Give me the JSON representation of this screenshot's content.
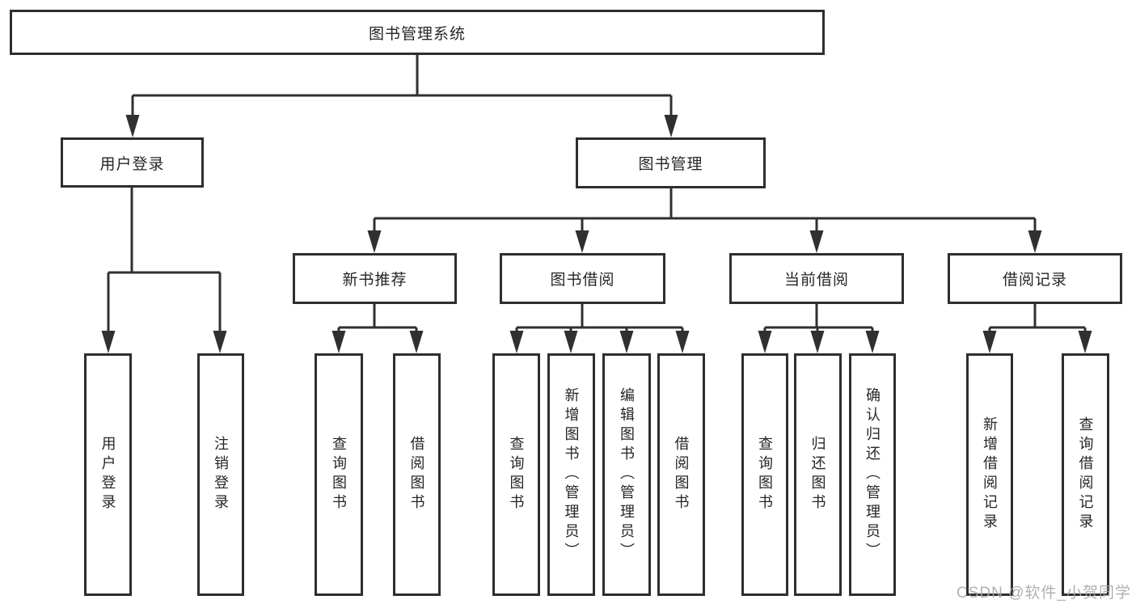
{
  "diagram": {
    "root": {
      "label": "图书管理系统"
    },
    "level2": [
      {
        "label": "用户登录"
      },
      {
        "label": "图书管理"
      }
    ],
    "level3": [
      {
        "label": "新书推荐"
      },
      {
        "label": "图书借阅"
      },
      {
        "label": "当前借阅"
      },
      {
        "label": "借阅记录"
      }
    ],
    "leaves": [
      {
        "label": "用户登录",
        "parent": "用户登录"
      },
      {
        "label": "注销登录",
        "parent": "用户登录"
      },
      {
        "label": "查询图书",
        "parent": "新书推荐"
      },
      {
        "label": "借阅图书",
        "parent": "新书推荐"
      },
      {
        "label": "查询图书",
        "parent": "图书借阅"
      },
      {
        "label": "新增图书（管理员）",
        "parent": "图书借阅"
      },
      {
        "label": "编辑图书（管理员）",
        "parent": "图书借阅"
      },
      {
        "label": "借阅图书",
        "parent": "图书借阅"
      },
      {
        "label": "查询图书",
        "parent": "当前借阅"
      },
      {
        "label": "归还图书",
        "parent": "当前借阅"
      },
      {
        "label": "确认归还（管理员）",
        "parent": "当前借阅"
      },
      {
        "label": "新增借阅记录",
        "parent": "借阅记录"
      },
      {
        "label": "查询借阅记录",
        "parent": "借阅记录"
      }
    ],
    "watermark": "CSDN @软件_小贺同学",
    "colors": {
      "line": "#303030",
      "text": "#262626",
      "watermark": "#a8a8a8",
      "background": "#ffffff"
    }
  }
}
